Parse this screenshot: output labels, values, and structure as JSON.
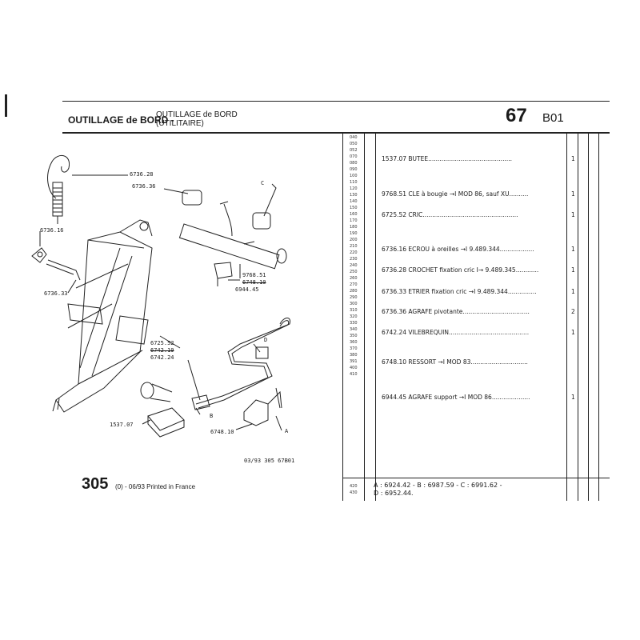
{
  "header": {
    "title": "OUTILLAGE de BORD -",
    "subtitle_line1": "OUTILLAGE de BORD",
    "subtitle_line2": "(UTILITAIRE)",
    "group_number": "67",
    "group_code": "B01"
  },
  "diagram": {
    "labels": {
      "l_6736_28": "6736.28",
      "l_6736_36": "6736.36",
      "l_C": "C",
      "l_6736_16": "6736.16",
      "l_6736_33": "6736.33",
      "l_9768_51": "9768.51",
      "l_6748_10_struck": "6748.10",
      "l_6944_45": "6944.45",
      "l_6725_52": "6725.52",
      "l_6742_19": "6742.19",
      "l_6742_24": "6742.24",
      "l_D": "D",
      "l_B": "B",
      "l_1537_07": "1537.07",
      "l_6748_10": "6748.10",
      "l_A": "A"
    },
    "reference": "03/93 305 67B01"
  },
  "codes": [
    "040",
    "050",
    "052",
    "070",
    "080",
    "090",
    "100",
    "110",
    "120",
    "130",
    "140",
    "150",
    "160",
    "170",
    "180",
    "190",
    "200",
    "210",
    "220",
    "230",
    "240",
    "250",
    "260",
    "270",
    "280",
    "290",
    "300",
    "310",
    "320",
    "330",
    "340",
    "350",
    "360",
    "370",
    "380",
    "391",
    "400",
    "410"
  ],
  "parts": [
    {
      "text": "1537.07 BUTEE............................................",
      "qty": "1"
    },
    {
      "text": "9768.51 CLE à bougie →I MOD 86, sauf XU..........",
      "qty": "1"
    },
    {
      "text": "6725.52 CRIC..................................................",
      "qty": "1"
    },
    {
      "text": "6736.16 ECROU à oreilles →I 9.489.344..................",
      "qty": "1"
    },
    {
      "text": "6736.28 CROCHET fixation cric I→ 9.489.345............",
      "qty": "1"
    },
    {
      "text": "6736.33 ETRIER fixation cric →I 9.489.344...............",
      "qty": "1"
    },
    {
      "text": "6736.36 AGRAFE pivotante...................................",
      "qty": "2"
    },
    {
      "text": "6742.24 VILEBREQUIN..........................................",
      "qty": "1"
    },
    {
      "text": "6748.10 RESSORT →I MOD 83..............................",
      "qty": ""
    },
    {
      "text": "6944.45 AGRAFE support →I MOD 86....................",
      "qty": "1"
    }
  ],
  "footer": {
    "page_number": "305",
    "page_suffix": "(0) - 06/93 Printed in France",
    "code_420": "420",
    "code_430": "430",
    "note_line1": "A : 6924.42 - B : 6987.59 - C : 6991.62 -",
    "note_line2": "D : 6952.44."
  }
}
